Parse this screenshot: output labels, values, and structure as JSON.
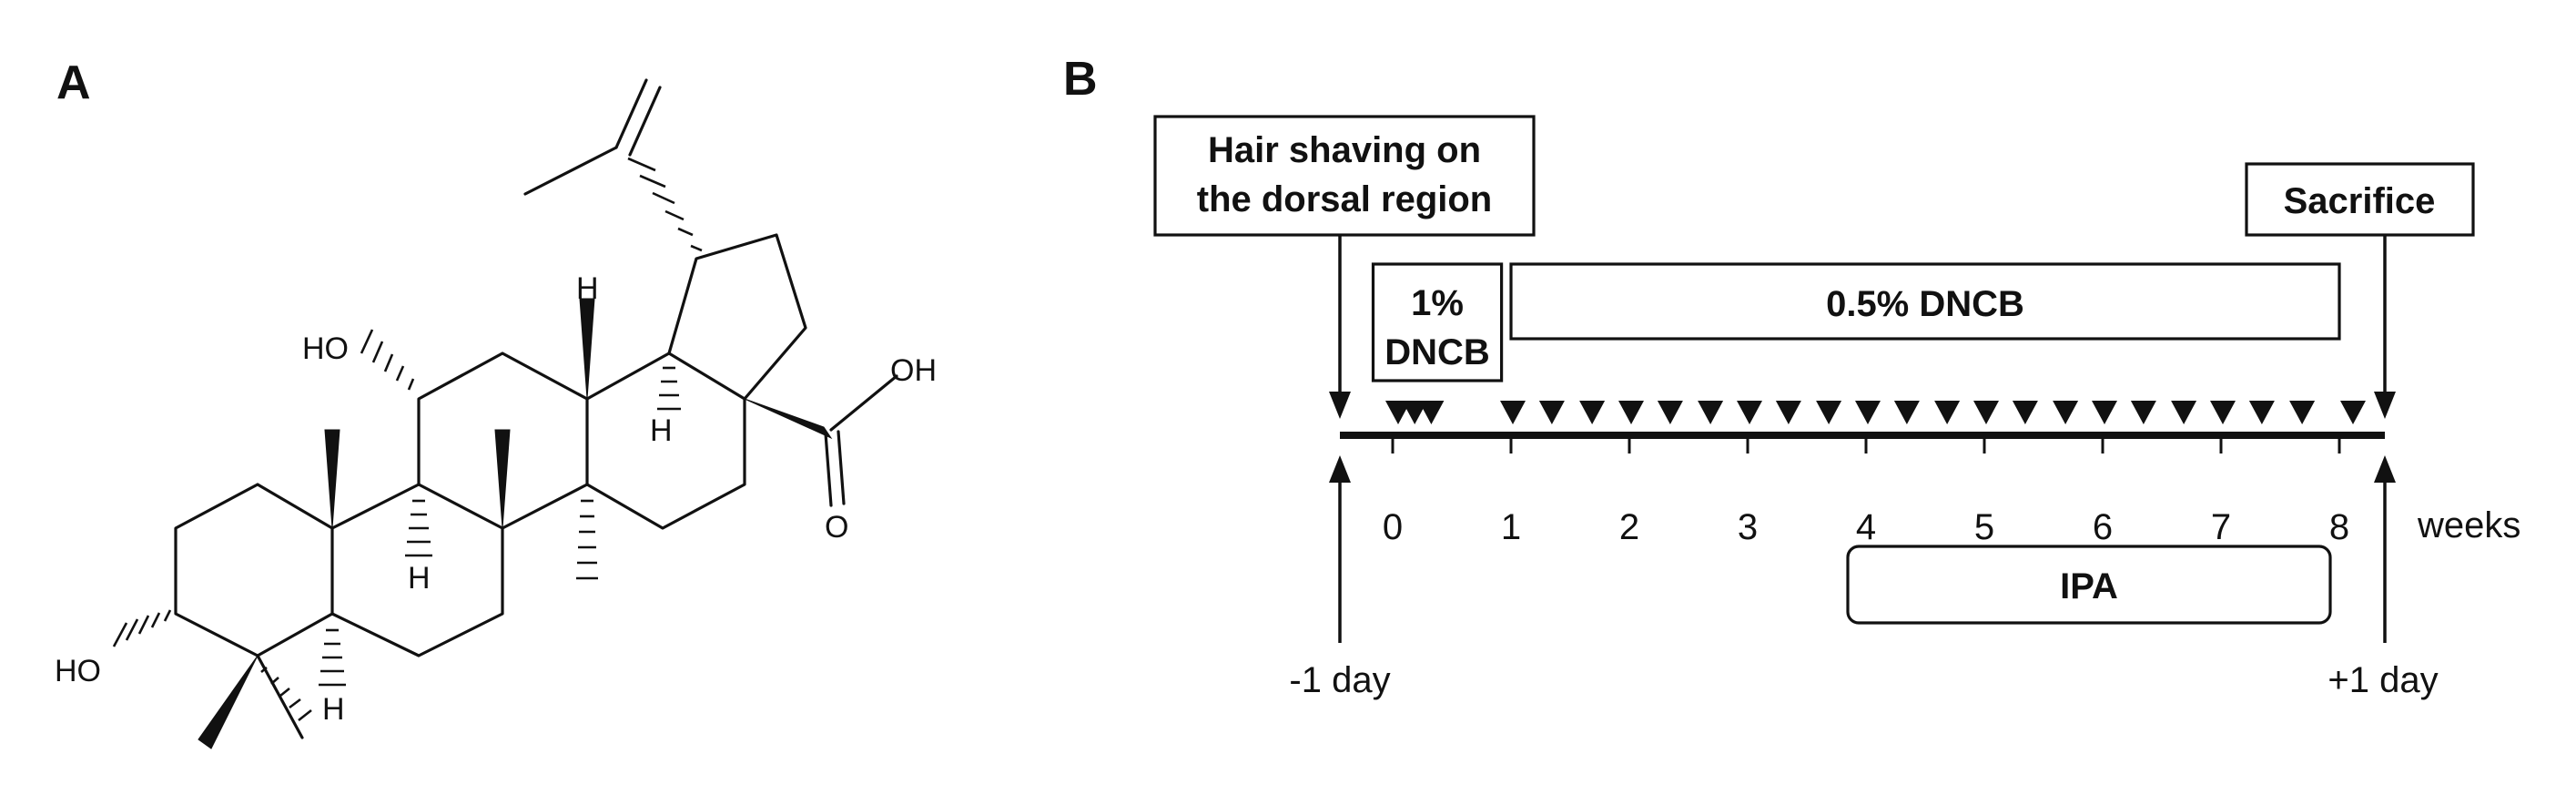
{
  "panel_a": {
    "letter": "A",
    "atom_labels": {
      "oh_c11": "HO",
      "oh_c3": "HO",
      "oh_acid": "OH",
      "carbonyl_o": "O",
      "h_c18": "H",
      "h_c13": "H",
      "h_c9": "H",
      "h_c5": "H"
    }
  },
  "panel_b": {
    "letter": "B",
    "boxes": {
      "hair_shaving": [
        "Hair shaving on",
        "the dorsal region"
      ],
      "sacrifice": "Sacrifice",
      "dncb_1pct": [
        "1%",
        "DNCB"
      ],
      "dncb_05pct": "0.5% DNCB",
      "ipa": "IPA"
    },
    "timeline": {
      "unit_label": "weeks",
      "ticks": [
        "0",
        "1",
        "2",
        "3",
        "4",
        "5",
        "6",
        "7",
        "8"
      ],
      "start_label": "-1 day",
      "end_label": "+1 day",
      "dosing_1pct_weeks": [
        0,
        0.14,
        0.28
      ],
      "dosing_05pct_weeks": [
        1,
        1.33,
        1.67,
        2,
        2.33,
        2.67,
        3,
        3.33,
        3.67,
        4,
        4.33,
        4.67,
        5,
        5.33,
        5.67,
        6,
        6.33,
        6.67,
        7,
        7.33,
        7.67,
        8.1
      ],
      "dncb_1pct_span_weeks": [
        -0.35,
        0.92
      ],
      "dncb_05pct_span_weeks": [
        1,
        8
      ],
      "ipa_span_weeks": [
        4,
        8
      ]
    }
  }
}
